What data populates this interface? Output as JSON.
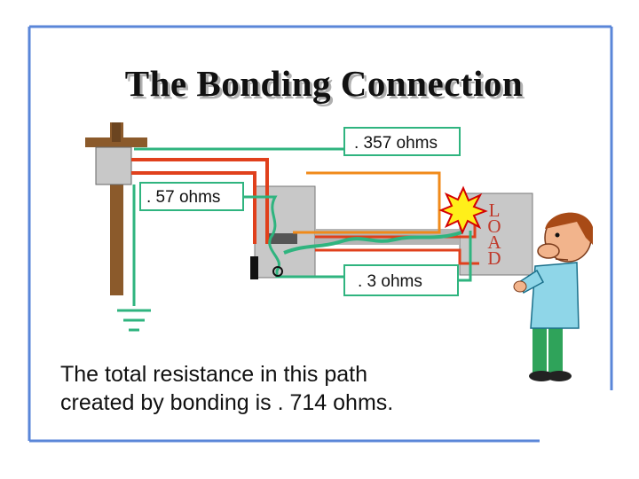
{
  "slide": {
    "title": "The Bonding Connection",
    "labels": {
      "r_top": ". 357 ohms",
      "r_left": ". 57 ohms",
      "r_bottom": ". 3 ohms"
    },
    "load_letters": [
      "L",
      "O",
      "A",
      "D"
    ],
    "caption_line1": "The total resistance in this path",
    "caption_line2": "created by bonding is . 714 ohms."
  },
  "colors": {
    "frame_blue": "#5a86d8",
    "wire_red": "#e0401c",
    "wire_orange": "#f08a1a",
    "wire_green": "#2fb47f",
    "pole_brown": "#8b5a2b",
    "box_gray": "#c8c8c8",
    "load_text": "#c0392b"
  },
  "icons": [
    "utility-pole-icon",
    "ground-symbol-icon",
    "spark-icon",
    "pointing-man-icon"
  ]
}
